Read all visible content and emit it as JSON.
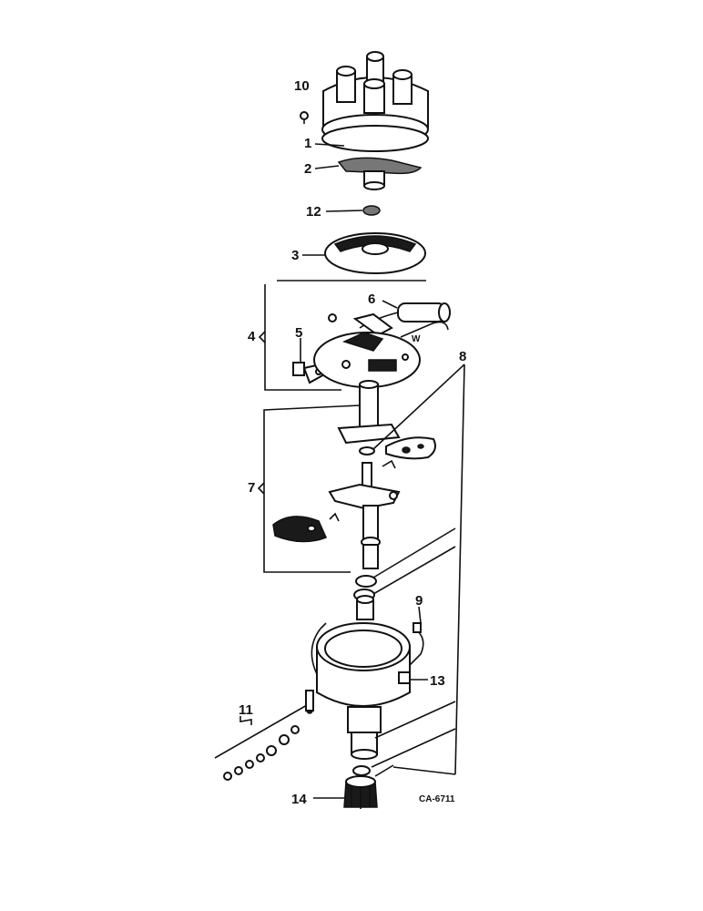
{
  "callouts": {
    "c1": "1",
    "c2": "2",
    "c3": "3",
    "c4": "4",
    "c5": "5",
    "c6": "6",
    "c7": "7",
    "c8": "8",
    "c9": "9",
    "c10": "10",
    "c11": "11",
    "c12": "12",
    "c13": "13",
    "c14": "14"
  },
  "figure_code": "CA-6711"
}
